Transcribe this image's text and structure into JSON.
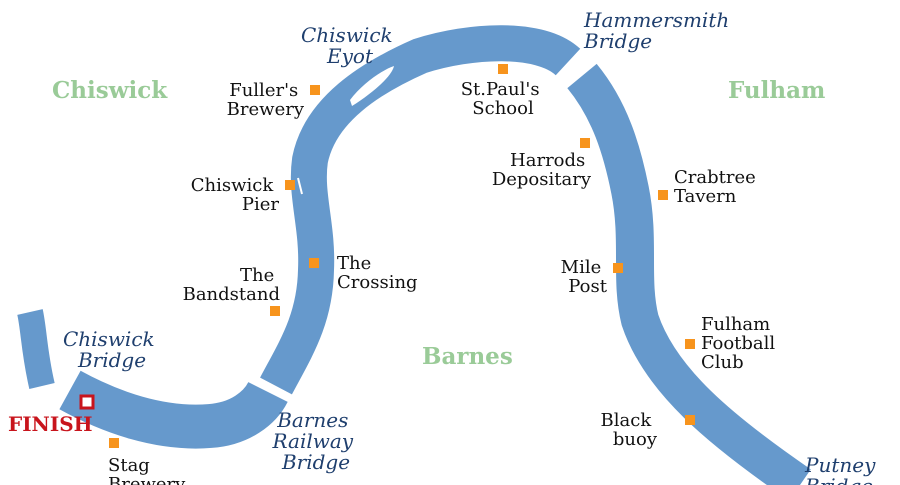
{
  "colors": {
    "river": "#6699cc",
    "landmark_marker": "#f7941d",
    "district_text": "#9acb98",
    "bridge_text": "#1f3f6e",
    "label_text": "#111111",
    "finish": "#c8141c"
  },
  "districts": {
    "chiswick": "Chiswick",
    "fulham": "Fulham",
    "barnes": "Barnes"
  },
  "bridges": {
    "chiswick_eyot": [
      "Chiswick",
      "Eyot"
    ],
    "hammersmith": [
      "Hammersmith",
      "Bridge"
    ],
    "chiswick_bridge": [
      "Chiswick",
      "Bridge"
    ],
    "barnes_railway": [
      "Barnes",
      "Railway",
      "Bridge"
    ],
    "putney": [
      "Putney",
      "Bridge"
    ]
  },
  "landmarks": {
    "fullers_brewery": [
      "Fuller's",
      "Brewery"
    ],
    "st_pauls_school": [
      "St.Paul's",
      "School"
    ],
    "harrods_depositary": [
      "Harrods",
      "Depositary"
    ],
    "crabtree_tavern": [
      "Crabtree",
      "Tavern"
    ],
    "chiswick_pier": [
      "Chiswick",
      "Pier"
    ],
    "the_crossing": [
      "The",
      "Crossing"
    ],
    "the_bandstand": [
      "The",
      "Bandstand"
    ],
    "mile_post": [
      "Mile",
      "Post"
    ],
    "fulham_football_club": [
      "Fulham",
      "Football",
      "Club"
    ],
    "black_buoy": [
      "Black",
      "buoy"
    ],
    "stag_brewery": [
      "Stag",
      "Brewery"
    ]
  },
  "finish": {
    "label": "FINISH",
    "marker_icon": "finish-square-icon"
  }
}
